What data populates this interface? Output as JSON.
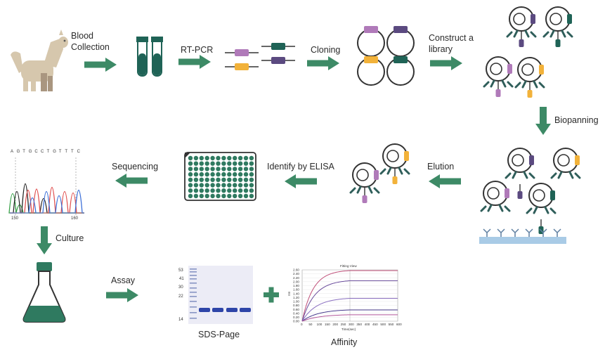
{
  "colors": {
    "green": "#3d8a66",
    "dark_teal": "#1f6356",
    "purple": "#b07ab9",
    "dark_purple": "#5b4a80",
    "yellow": "#f2b23a",
    "gray_circle": "#333333",
    "antibody": "#2f5e5a",
    "plate_surface": "#a9cbe6",
    "llama": "#d6c7ad",
    "llama_dark": "#a99680"
  },
  "steps": {
    "blood_collection": "Blood\nCollection",
    "rt_pcr": "RT-PCR",
    "cloning": "Cloning",
    "construct_library": "Construct a\nlibrary",
    "biopanning": "Biopanning",
    "elution": "Elution",
    "identify_elisa": "Identify by ELISA",
    "sequencing": "Sequencing",
    "culture": "Culture",
    "assay": "Assay",
    "sds_page": "SDS-Page",
    "affinity": "Affinity"
  },
  "sequence_bases": [
    "A",
    "G",
    "T",
    "G",
    "C",
    "C",
    "T",
    "G",
    "T",
    "T",
    "T",
    "C"
  ],
  "chromatogram_ticks": [
    "150",
    "160"
  ],
  "sds_markers": [
    "53",
    "41",
    "30",
    "22",
    "14"
  ],
  "affinity_plot": {
    "title": "Fitting View",
    "xlabel": "Time(sec)",
    "ylabel": "nm",
    "xticks": [
      "0",
      "50",
      "100",
      "150",
      "200",
      "250",
      "300",
      "350",
      "400",
      "450",
      "500",
      "550",
      "600"
    ],
    "yticks": [
      "2.60",
      "2.40",
      "2.20",
      "2.00",
      "1.80",
      "1.60",
      "1.40",
      "1.20",
      "1.00",
      "0.80",
      "0.60",
      "0.40",
      "0.20",
      "0.00"
    ],
    "plateaus_nm": [
      2.6,
      2.1,
      1.2,
      0.6,
      0.35
    ]
  }
}
